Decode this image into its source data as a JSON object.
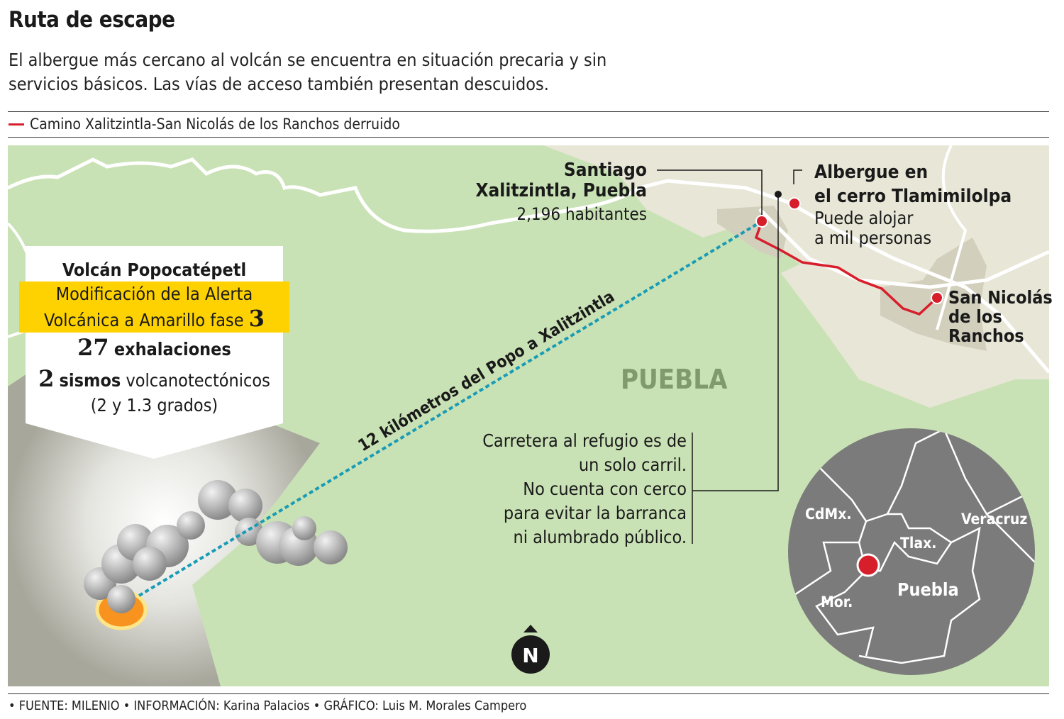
{
  "header": {
    "title": "Ruta de escape",
    "subtitle": "El albergue más cercano al volcán se encuentra en situación precaria y sin servicios básicos. Las vías de acceso también presentan descuidos."
  },
  "legend": {
    "label": "Camino Xalitzintla-San Nicolás de los Ranchos derruido",
    "color": "#d71e2b"
  },
  "colors": {
    "green": "#c9e2b5",
    "beige": "#e8e6d6",
    "urban": "#d3cfbd",
    "red": "#d71e2b",
    "route_blue": "#1a9bb5",
    "yellow": "#fed200",
    "inset_gray": "#7b7b7b"
  },
  "volcano": {
    "name": "Volcán Popocatépetl",
    "alert_line1": "Modificación de la Alerta",
    "alert_line2": "Volcánica a Amarillo fase",
    "alert_phase": "3",
    "exhalations_count": "27",
    "exhalations_label": "exhalaciones",
    "quakes_count": "2",
    "quakes_bold": "sismos",
    "quakes_label": "volcanotectónicos",
    "quakes_detail": "(2 y 1.3 grados)"
  },
  "places": {
    "xalitzintla_line1": "Santiago",
    "xalitzintla_line2": "Xalitzintla, Puebla",
    "xalitzintla_pop": "2,196 habitantes",
    "albergue_line1": "Albergue en",
    "albergue_line2": "el cerro Tlamimilolpa",
    "albergue_cap1": "Puede alojar",
    "albergue_cap2": "a mil personas",
    "sannicolas_line1": "San Nicolás",
    "sannicolas_line2": "de los",
    "sannicolas_line3": "Ranchos",
    "region": "PUEBLA"
  },
  "distance_label": "12 kilómetros del Popo a Xalitzintla",
  "carretera": [
    "Carretera al refugio es de",
    "un solo carril.",
    "No cuenta con cerco",
    "para evitar la barranca",
    "ni alumbrado público."
  ],
  "compass": "N",
  "inset": {
    "cdmx": "CdMx.",
    "tlax": "Tlax.",
    "veracruz": "Veracruz",
    "puebla": "Puebla",
    "mor": "Mor."
  },
  "footer": "• FUENTE: MILENIO • INFORMACIÓN: Karina Palacios • GRÁFICO: Luis M. Morales Campero"
}
